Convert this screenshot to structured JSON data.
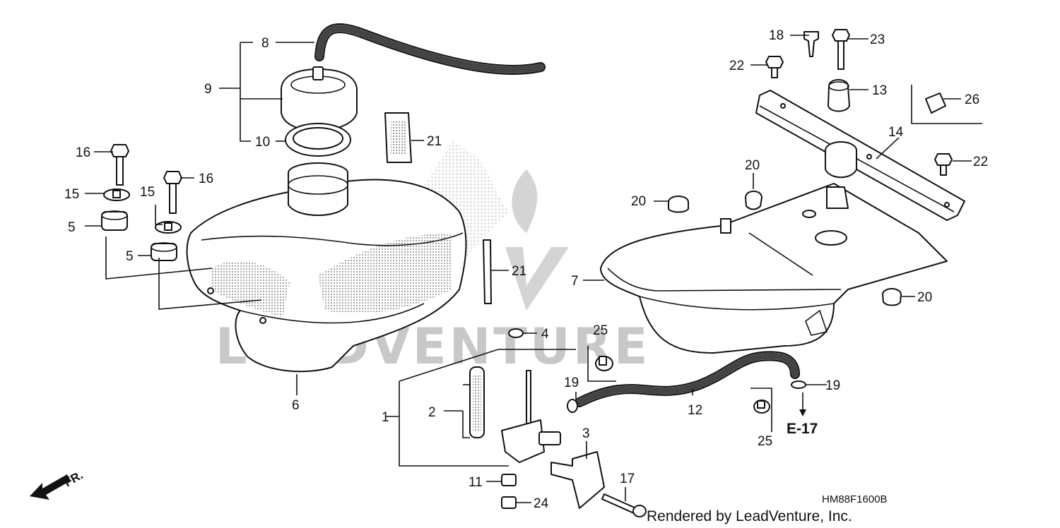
{
  "callouts": [
    {
      "id": "c1",
      "text": "1"
    },
    {
      "id": "c2",
      "text": "2"
    },
    {
      "id": "c3",
      "text": "3"
    },
    {
      "id": "c4",
      "text": "4"
    },
    {
      "id": "c5a",
      "text": "5"
    },
    {
      "id": "c5b",
      "text": "5"
    },
    {
      "id": "c6",
      "text": "6"
    },
    {
      "id": "c7",
      "text": "7"
    },
    {
      "id": "c8",
      "text": "8"
    },
    {
      "id": "c9",
      "text": "9"
    },
    {
      "id": "c10",
      "text": "10"
    },
    {
      "id": "c11",
      "text": "11"
    },
    {
      "id": "c12",
      "text": "12"
    },
    {
      "id": "c13",
      "text": "13"
    },
    {
      "id": "c14",
      "text": "14"
    },
    {
      "id": "c15a",
      "text": "15"
    },
    {
      "id": "c15b",
      "text": "15"
    },
    {
      "id": "c16a",
      "text": "16"
    },
    {
      "id": "c16b",
      "text": "16"
    },
    {
      "id": "c17",
      "text": "17"
    },
    {
      "id": "c18",
      "text": "18"
    },
    {
      "id": "c19a",
      "text": "19"
    },
    {
      "id": "c19b",
      "text": "19"
    },
    {
      "id": "c20a",
      "text": "20"
    },
    {
      "id": "c20b",
      "text": "20"
    },
    {
      "id": "c20c",
      "text": "20"
    },
    {
      "id": "c21a",
      "text": "21"
    },
    {
      "id": "c21b",
      "text": "21"
    },
    {
      "id": "c22a",
      "text": "22"
    },
    {
      "id": "c22b",
      "text": "22"
    },
    {
      "id": "c23",
      "text": "23"
    },
    {
      "id": "c24",
      "text": "24"
    },
    {
      "id": "c25a",
      "text": "25"
    },
    {
      "id": "c25b",
      "text": "25"
    },
    {
      "id": "c26",
      "text": "26"
    }
  ],
  "section_ref": "E-17",
  "diagram_code": "HM88F1600B",
  "front_marker": "FR.",
  "watermark": "LEADVENTURE",
  "credit": "Rendered by LeadVenture, Inc.",
  "colors": {
    "line": "#111111",
    "watermark": "#c8c8c8",
    "background": "#ffffff"
  }
}
